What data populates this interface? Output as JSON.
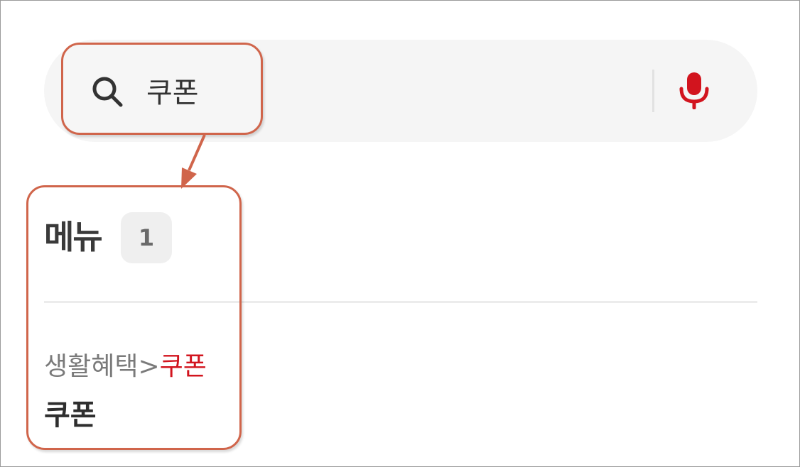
{
  "search": {
    "query": "쿠폰",
    "placeholder": "",
    "search_icon": "search-icon",
    "voice_icon": "mic-icon",
    "accent_color": "#d2141e"
  },
  "results": {
    "section_title": "메뉴",
    "count": "1",
    "items": [
      {
        "path_prefix": "생활혜택>",
        "path_highlight": "쿠폰",
        "title": "쿠폰"
      }
    ]
  },
  "annotation": {
    "callout_color": "#d0654b"
  }
}
